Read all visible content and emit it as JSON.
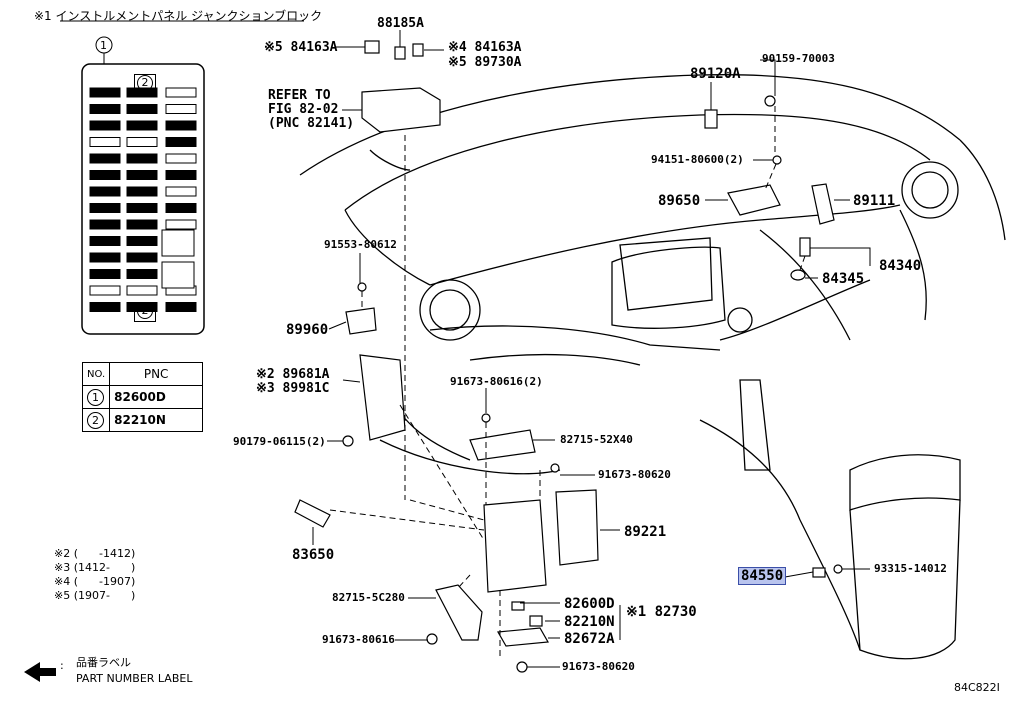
{
  "header": {
    "title": "※1 インストルメントパネル ジャンクションブロック"
  },
  "relay_block": {
    "circle_label": "1",
    "slot_label_top": "2",
    "slot_label_bottom": "2"
  },
  "pnc_table": {
    "col_no": "NO.",
    "col_pnc": "PNC",
    "rows": [
      {
        "no": "1",
        "pnc": "82600D"
      },
      {
        "no": "2",
        "pnc": "82210N"
      }
    ]
  },
  "notes": [
    "※2 (      -1412)",
    "※3 (1412-      )",
    "※4 (      -1907)",
    "※5 (1907-      )"
  ],
  "legend": {
    "jp": "品番ラベル",
    "en": "PART NUMBER LABEL"
  },
  "figure_code": "84C822I",
  "parts": {
    "p88185A": "88185A",
    "p84163A_5": "※5 84163A",
    "p84163A_4": "※4 84163A",
    "p89730A": "※5 89730A",
    "refer1": "REFER TO",
    "refer2": "FIG 82-02",
    "refer3": "(PNC 82141)",
    "p90159": "90159-70003",
    "p89120A": "89120A",
    "p94151": "94151-80600(2)",
    "p89650": "89650",
    "p89111": "89111",
    "p84340": "84340",
    "p84345": "84345",
    "p91553": "91553-80612",
    "p89960": "89960",
    "p89681A": "※2 89681A",
    "p89981C": "※3 89981C",
    "p91673_2": "91673-80616(2)",
    "p82715_52X40": "82715-52X40",
    "p90179": "90179-06115(2)",
    "p91673_80620a": "91673-80620",
    "p89221": "89221",
    "p83650": "83650",
    "p84550": "84550",
    "p93315": "93315-14012",
    "p82715_5C280": "82715-5C280",
    "p82600D": "82600D",
    "p82730": "※1 82730",
    "p82210N": "82210N",
    "p91673_80616": "91673-80616",
    "p82672A": "82672A",
    "p91673_80620b": "91673-80620"
  },
  "colors": {
    "highlight": "#b9c4ee",
    "line": "#000000"
  }
}
